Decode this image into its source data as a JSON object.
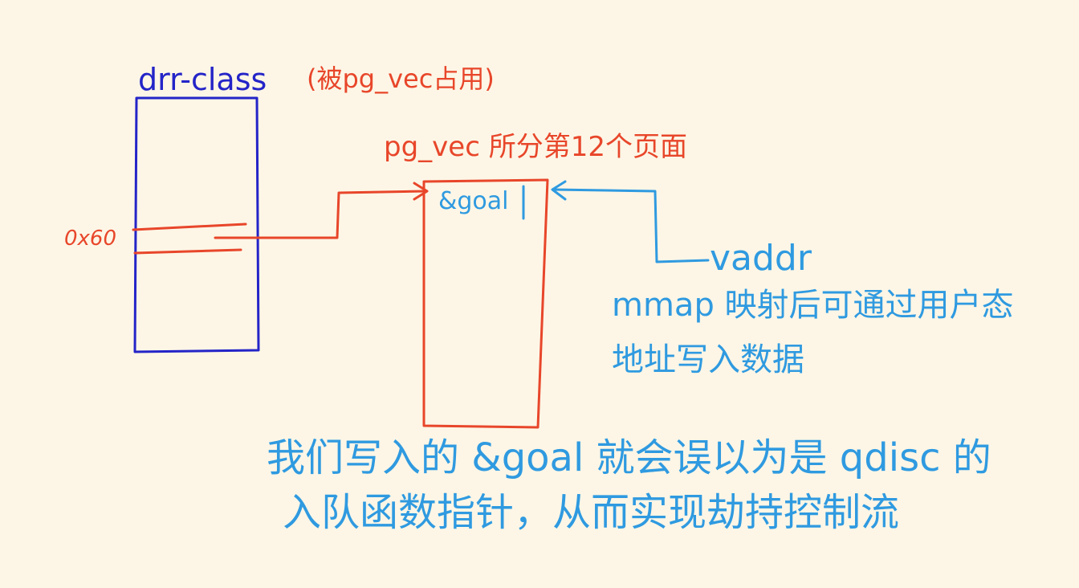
{
  "drr_class": {
    "title": "drr-class",
    "note": "(被pg_vec占用)",
    "offset": "0x60"
  },
  "pg_vec_page": {
    "title": "pg_vec 所分第12个页面",
    "content": "&goal"
  },
  "vaddr": {
    "label": "vaddr",
    "description_line1": "mmap 映射后可通过用户态",
    "description_line2": "地址写入数据"
  },
  "conclusion": {
    "line1": "我们写入的 &goal 就会误以为是 qdisc 的",
    "line2": "入队函数指针，从而实现劫持控制流"
  },
  "colors": {
    "background": "#fdf6e6",
    "drr_box": "#2424c8",
    "page_and_arrows": "#e8462a",
    "annotations": "#2f9ae0"
  }
}
